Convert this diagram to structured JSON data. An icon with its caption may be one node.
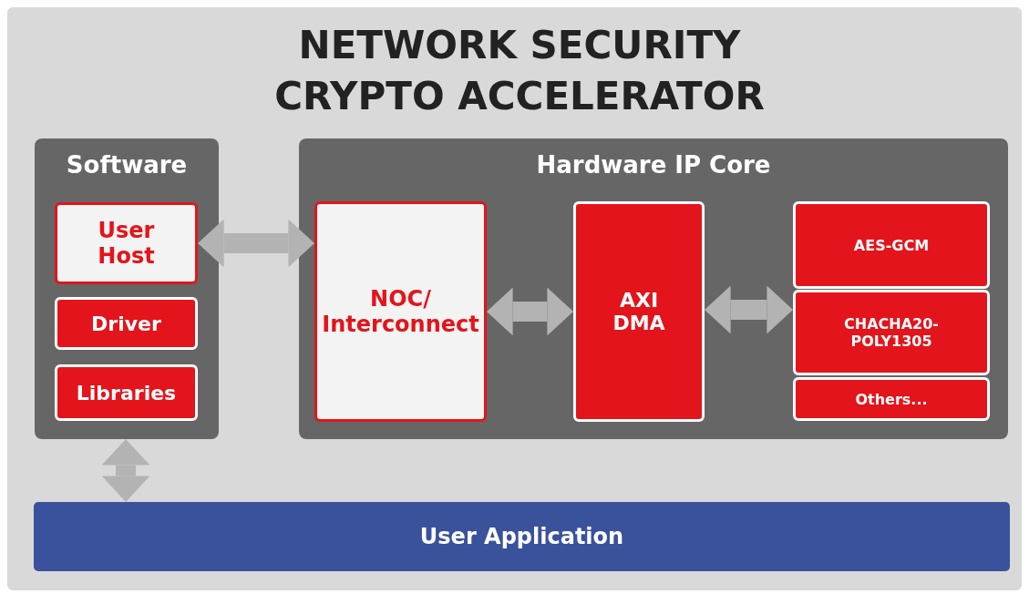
{
  "diagram": {
    "title": "NETWORK SECURITY CRYPTO ACCELERATOR",
    "nodes": [
      {
        "text": [
          "Software"
        ]
      },
      {
        "text": [
          "User Host"
        ],
        "in": 0
      },
      {
        "text": [
          "Driver"
        ],
        "in": 0
      },
      {
        "text": [
          "Libraries"
        ],
        "in": 0
      },
      {
        "text": [
          "Hardware IP Core"
        ]
      },
      {
        "text": [
          "NOC/ Interconnect"
        ],
        "in": 4
      },
      {
        "text": [
          "AXI DMA"
        ],
        "in": 4
      },
      {
        "text": [
          "AES-GCM"
        ],
        "in": 4
      },
      {
        "text": [
          "CHACHA20-POLY1305"
        ],
        "in": 4
      },
      {
        "text": [
          "Others..."
        ],
        "in": 4
      },
      {
        "text": [
          "User Application"
        ]
      }
    ],
    "edges": [
      {
        "from": 1,
        "to": 5,
        "arrow": "both"
      },
      {
        "from": 5,
        "to": 6,
        "arrow": "both"
      },
      {
        "from": 6,
        "to": 8,
        "arrow": "both"
      },
      {
        "from": 0,
        "to": 10,
        "arrow": "both"
      }
    ]
  }
}
